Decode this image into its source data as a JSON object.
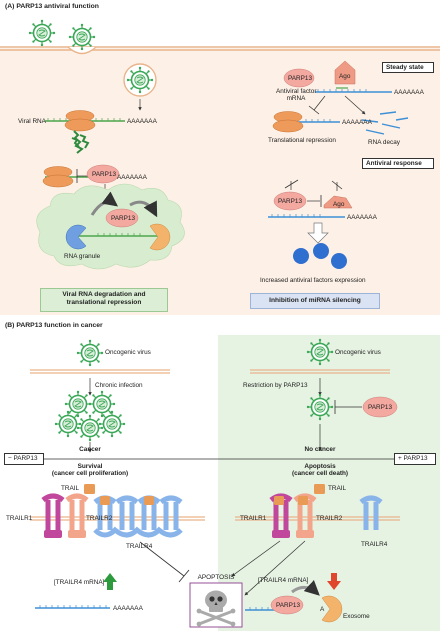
{
  "panelA": {
    "title": "(A) PARP13 antiviral function",
    "viral_rna": "Viral RNA",
    "polyA": "AAAAAAA",
    "parp13": "PARP13",
    "rna_granule": "RNA granule",
    "result_left_line1": "Viral RNA degradation and",
    "result_left_line2": "translational repression",
    "steady_state": "Steady state",
    "antiviral_factor_line1": "Antiviral factor",
    "antiviral_factor_line2": "mRNA",
    "ago": "Ago",
    "translational_repression": "Translational repression",
    "rna_decay": "RNA decay",
    "antiviral_response": "Antiviral response",
    "increased_expression": "Increased antiviral factors expression",
    "result_right": "Inhibition of miRNA silencing"
  },
  "panelB": {
    "title": "(B) PARP13 function in cancer",
    "oncogenic_virus_left": "Oncogenic virus",
    "oncogenic_virus_right": "Oncogenic virus",
    "chronic_infection": "Chronic infection",
    "restriction": "Restriction by PARP13",
    "parp13": "PARP13",
    "cancer": "Cancer",
    "no_cancer": "No cancer",
    "minus_parp13": "− PARP13",
    "plus_parp13": "+ PARP13",
    "survival_line1": "Survival",
    "survival_line2": "(cancer cell proliferation)",
    "apoptosis_line1": "Apoptosis",
    "apoptosis_line2": "(cancer cell death)",
    "trail_left": "TRAIL",
    "trail_right": "TRAIL",
    "trailr1_left": "TRAILR1",
    "trailr2_left": "TRAILR2",
    "trailr4_left": "TRAILR4",
    "trailr1_right": "TRAILR1",
    "trailr2_right": "TRAILR2",
    "trailr4_right": "TRAILR4",
    "trailr4_mrna_left": "[TRAILR4 mRNA]",
    "trailr4_mrna_right": "[TRAILR4 mRNA]",
    "apoptosis": "APOPTOSIS",
    "polyA": "AAAAAAA",
    "exosome": "Exosome",
    "a_fragment": "A"
  },
  "colors": {
    "panelA_bg": "#fdf0e6",
    "membrane": "#e9b48b",
    "virus_green": "#3aa757",
    "rna_blue": "#3d8fd6",
    "rna_green": "#4ca64c",
    "ribosome_orange": "#ee9a5b",
    "parp13_pink": "#f3a8a0",
    "ago_salmon": "#ef9a84",
    "granule_green": "#d8ecd0",
    "sphere_blue": "#2f6fd0",
    "panelB_right_bg": "#e6f2e2",
    "trailr1": "#c0479b",
    "trailr2": "#f2a58a",
    "trailr4": "#89b4ea",
    "arrow_up_green": "#2e9a3e",
    "arrow_down_red": "#e0462d"
  }
}
